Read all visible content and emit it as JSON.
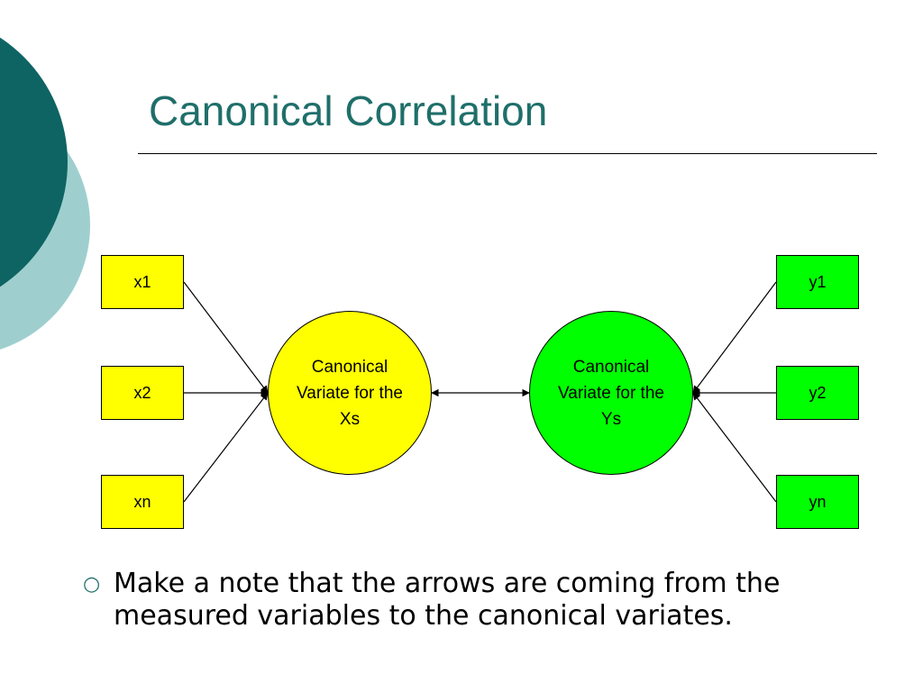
{
  "slide": {
    "title": "Canonical Correlation",
    "colors": {
      "title": "#1f6f6a",
      "dark_teal": "#0e6462",
      "light_teal": "#9ecfce",
      "x_fill": "#ffff00",
      "y_fill": "#00ff00"
    }
  },
  "diagram": {
    "x_variables": [
      "x1",
      "x2",
      "xn"
    ],
    "y_variables": [
      "y1",
      "y2",
      "yn"
    ],
    "x_variate": "Canonical Variate for the Xs",
    "y_variate": "Canonical Variate for the Ys"
  },
  "bullets": [
    {
      "icon": "hollow-circle-bullet",
      "text": "Make a note that the arrows are coming from the measured variables to the canonical variates."
    }
  ]
}
